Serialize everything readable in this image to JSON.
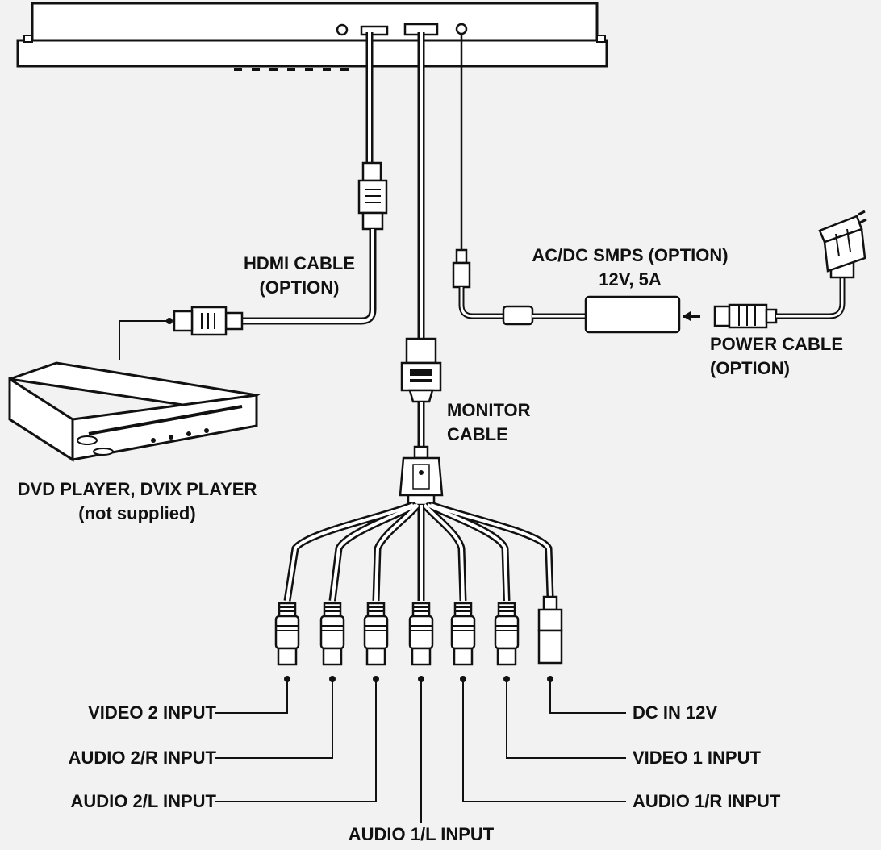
{
  "labels": {
    "hdmi_cable": [
      "HDMI CABLE",
      "(OPTION)"
    ],
    "smps": [
      "AC/DC SMPS (OPTION)",
      "12V, 5A"
    ],
    "power_cable": [
      "POWER CABLE",
      "(OPTION)"
    ],
    "monitor_cable": [
      "MONITOR",
      "CABLE"
    ],
    "dvd_player": [
      "DVD PLAYER, DVIX PLAYER",
      "(not supplied)"
    ],
    "video2": "VIDEO 2 INPUT",
    "audio2r": "AUDIO 2/R INPUT",
    "audio2l": "AUDIO 2/L INPUT",
    "audio1l": "AUDIO 1/L INPUT",
    "dcin": "DC IN 12V",
    "video1": "VIDEO 1 INPUT",
    "audio1r": "AUDIO 1/R INPUT"
  }
}
